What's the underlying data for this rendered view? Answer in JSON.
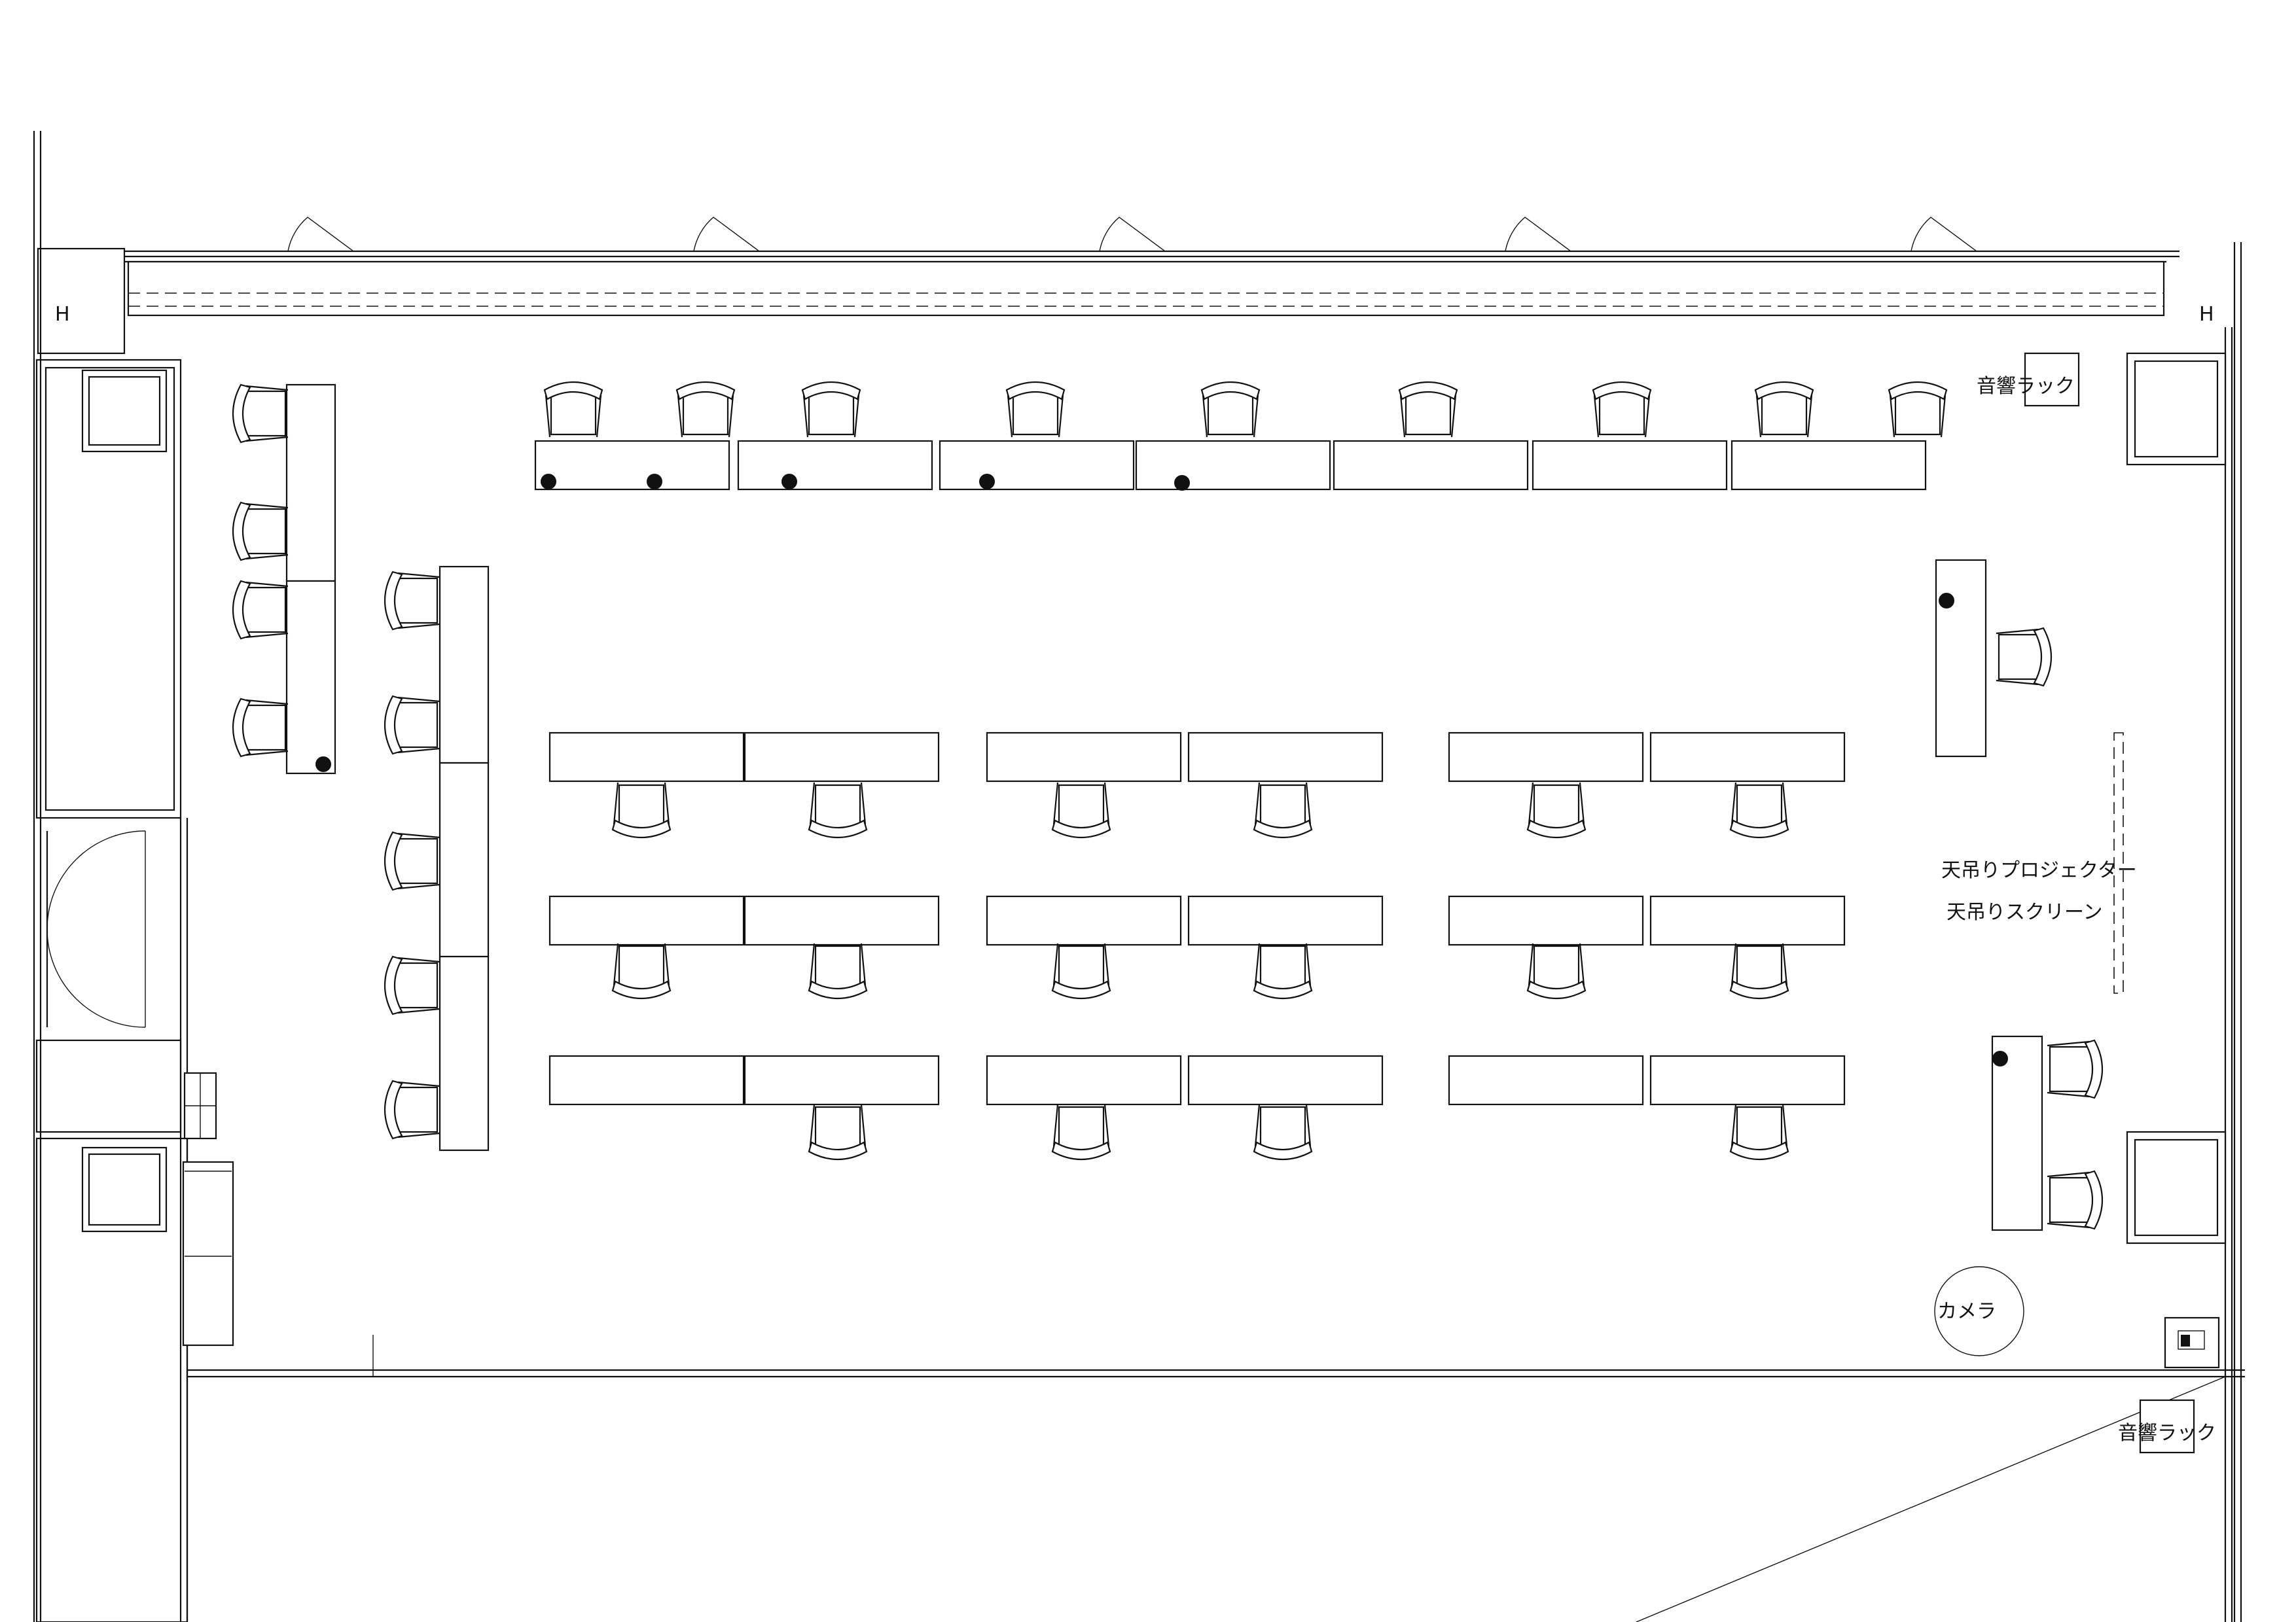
{
  "labels": {
    "audio_rack_top": "音響ラック",
    "audio_rack_bottom": "音響ラック",
    "ceiling_projector": "天吊りプロジェクター",
    "ceiling_screen": "天吊りスクリーン",
    "camera": "カメラ",
    "column_mark_left": "H",
    "column_mark_right": "H"
  },
  "colors": {
    "line": "#111111",
    "background": "#ffffff"
  },
  "icons": [
    "door-swing-icon",
    "chair-icon",
    "power-outlet-icon",
    "camera-icon",
    "panel-icon"
  ]
}
